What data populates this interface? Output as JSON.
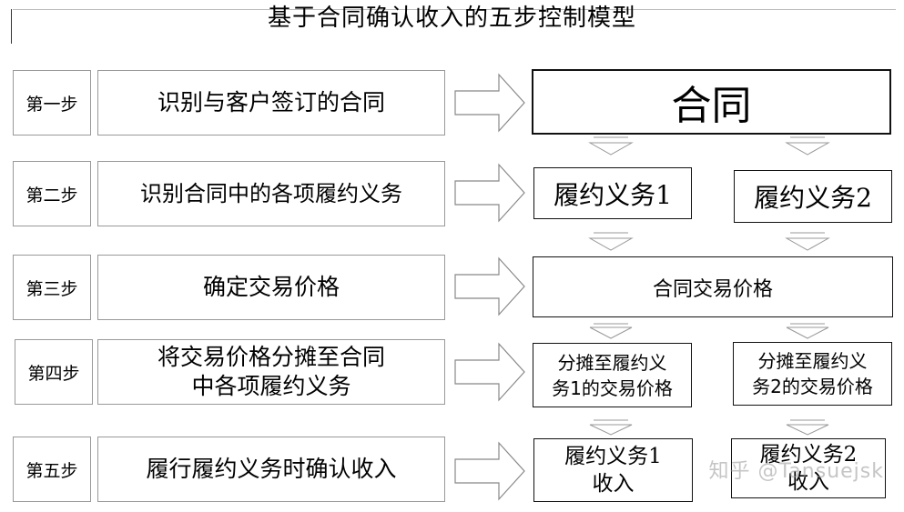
{
  "title": "基于合同确认收入的五步控制模型",
  "steps": [
    {
      "label": "第一步",
      "description": "识别与客户签订的合同"
    },
    {
      "label": "第二步",
      "description": "识别合同中的各项履约义务"
    },
    {
      "label": "第三步",
      "description": "确定交易价格"
    },
    {
      "label": "第四步",
      "description_line1": "将交易价格分摊至合同",
      "description_line2": "中各项履约义务"
    },
    {
      "label": "第五步",
      "description": "履行履约义务时确认收入"
    }
  ],
  "results": {
    "contract": "合同",
    "obligation_1": "履约义务1",
    "obligation_2": "履约义务2",
    "contract_price": "合同交易价格",
    "alloc_1_line1": "分摊至履约义",
    "alloc_1_line2": "务1的交易价格",
    "alloc_2_line1": "分摊至履约义",
    "alloc_2_line2": "务2的交易价格",
    "revenue_1_line1": "履约义务1",
    "revenue_1_line2": "收入",
    "revenue_2_line1": "履约义务2",
    "revenue_2_line2": "收入"
  },
  "watermark": "知乎 @Tansuejsk"
}
